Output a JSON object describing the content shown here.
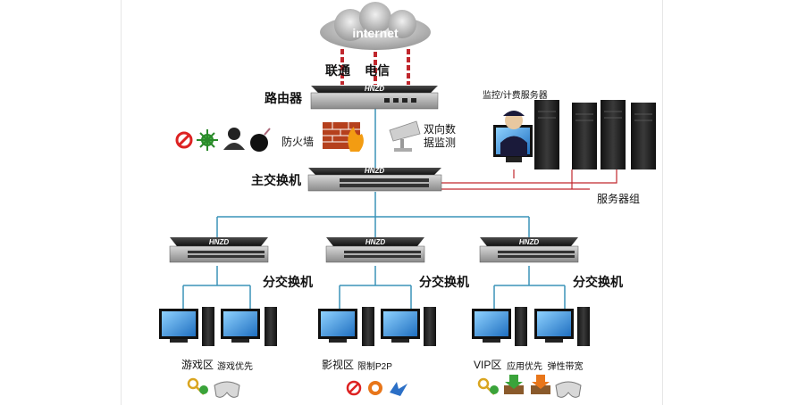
{
  "cloud": {
    "label": "internet"
  },
  "isps": {
    "unicom": "联通",
    "telecom": "电信"
  },
  "router": {
    "label": "路由器",
    "brand": "HNZD"
  },
  "firewall": {
    "label": "防火墙"
  },
  "monitor": {
    "label_line1": "双向数",
    "label_line2": "据监测"
  },
  "billing": {
    "label": "监控/计费服务器"
  },
  "core_switch": {
    "label": "主交换机",
    "brand": "HNZD"
  },
  "server_group": {
    "label": "服务器组"
  },
  "branches": [
    {
      "switch_label": "分交换机",
      "brand": "HNZD",
      "zone_label": "游戏区",
      "policy": "游戏优先"
    },
    {
      "switch_label": "分交换机",
      "brand": "HNZD",
      "zone_label": "影视区",
      "policy": "限制P2P"
    },
    {
      "switch_label": "分交换机",
      "brand": "HNZD",
      "zone_label": "VIP区",
      "policy": "应用优先  弹性带宽"
    }
  ],
  "colors": {
    "link": "#3a93b8",
    "wan": "#c0272d",
    "device": "#1c1c1c"
  }
}
